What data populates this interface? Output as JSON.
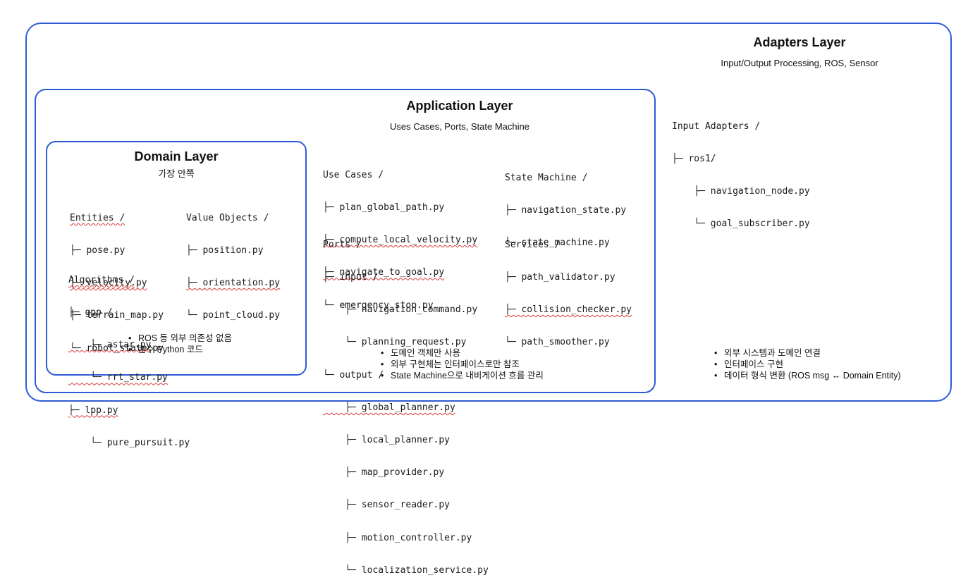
{
  "adapters": {
    "title": "Adapters Layer",
    "subtitle": "Input/Output Processing, ROS, Sensor",
    "tree": [
      "Input Adapters /",
      "├─ ros1/",
      "    ├─ navigation_node.py",
      "    └─ goal_subscriber.py"
    ],
    "notes": [
      "외부 시스템과 도메인 연결",
      "인터페이스 구현",
      "데이터 형식 변환 (ROS msg ↔ Domain Entity)"
    ]
  },
  "application": {
    "title": "Application Layer",
    "subtitle": "Uses Cases, Ports, State Machine",
    "use_cases": [
      "Use Cases /",
      "├─ plan_global_path.py",
      "├─ compute_local_velocity.py",
      "├─ navigate_to_goal.py",
      "└─ emergency_stop.py"
    ],
    "ports": [
      "Ports /",
      "├─ input /",
      "    ├─ navigation_command.py",
      "    └─ planning_request.py",
      "└─ output /",
      "    ├─ global_planner.py",
      "    ├─ local_planner.py",
      "    ├─ map_provider.py",
      "    ├─ sensor_reader.py",
      "    ├─ motion_controller.py",
      "    └─ localization_service.py"
    ],
    "state_machine": [
      "State Machine /",
      "├─ navigation_state.py",
      "└─ state_machine.py"
    ],
    "services": [
      "Services /",
      "├─ path_validator.py",
      "├─ collision_checker.py",
      "└─ path_smoother.py"
    ],
    "notes": [
      "도메인 객체만 사용",
      "외부 구현체는 인터페이스로만 참조",
      "State Machine으로 내비게이션 흐름 관리"
    ]
  },
  "domain": {
    "title": "Domain Layer",
    "subtitle": "가장 안쪽",
    "entities": [
      "Entities /",
      "├─ pose.py",
      "├─ velocity.py",
      "├─ terrain_map.py",
      "└─ robot_state.py"
    ],
    "value_objects": [
      "Value Objects /",
      "├─ position.py",
      "├─ orientation.py",
      "└─ point_cloud.py"
    ],
    "algorithms": [
      "Algorithms /",
      "├─ gpp /",
      "    ├─ astar.py",
      "    └─ rrt_star.py",
      "├─ lpp.py",
      "    └─ pure_pursuit.py"
    ],
    "notes": [
      "ROS 등 외부 의존성 없음",
      "순수 Python 코드"
    ]
  },
  "colors": {
    "border": "#2f5bd6",
    "squiggle": "#d93a3a"
  }
}
